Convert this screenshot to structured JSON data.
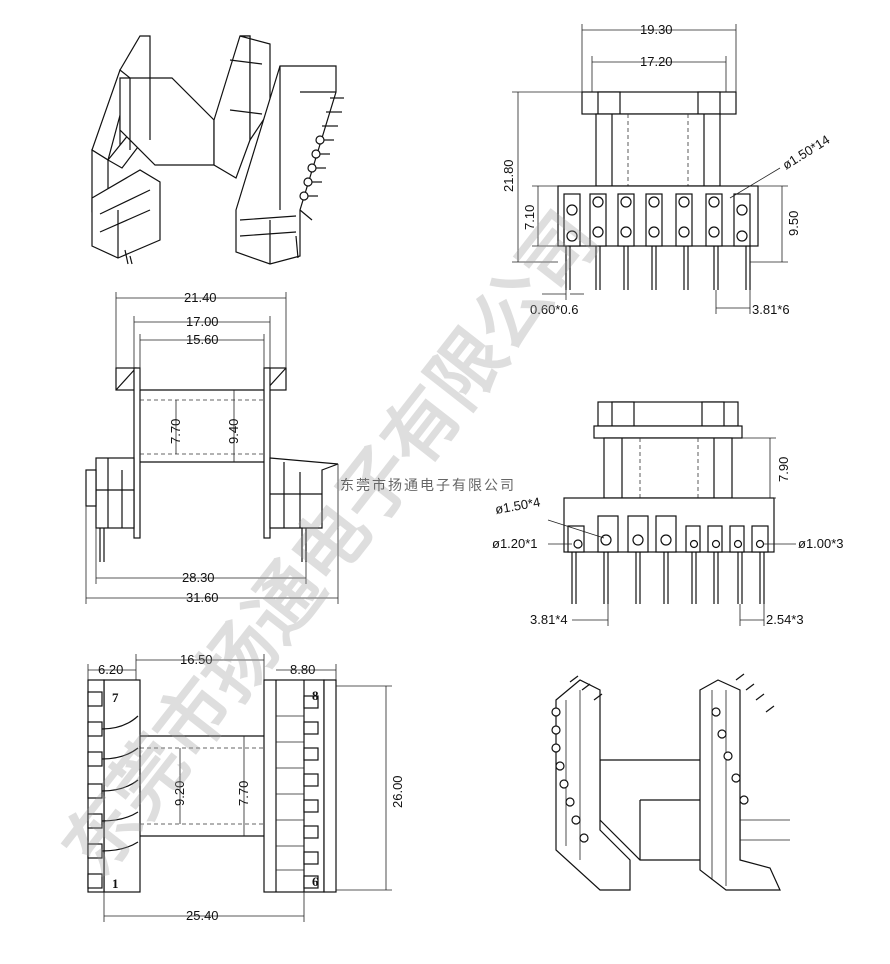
{
  "top_right_view": {
    "overall_width": "19.30",
    "inner_width": "17.20",
    "total_height": "21.80",
    "base_height": "7.10",
    "pin_span": "9.50",
    "hole_note": "ø1.50*14",
    "pin_size": "0.60*0.6",
    "pitch": "3.81*6"
  },
  "front_view": {
    "width_outer": "21.40",
    "width_mid": "17.00",
    "width_inner": "15.60",
    "core_width": "7.70",
    "window_height": "9.40",
    "pin_width": "28.30",
    "overall_length": "31.60"
  },
  "side_view": {
    "height": "7.90",
    "hole_a": "ø1.50*4",
    "hole_b": "ø1.20*1",
    "hole_c": "ø1.00*3",
    "pitch_a": "3.81*4",
    "pitch_b": "2.54*3"
  },
  "bottom_view": {
    "left_offset": "6.20",
    "core_span": "16.50",
    "right_offset": "8.80",
    "core_a": "9.20",
    "core_b": "7.70",
    "height": "26.00",
    "pin_row_span": "25.40",
    "pin_labels": [
      "7",
      "8",
      "1",
      "6"
    ]
  },
  "watermark": {
    "large": "东莞市扬通电子有限公司",
    "small": "东莞市扬通电子有限公司"
  }
}
